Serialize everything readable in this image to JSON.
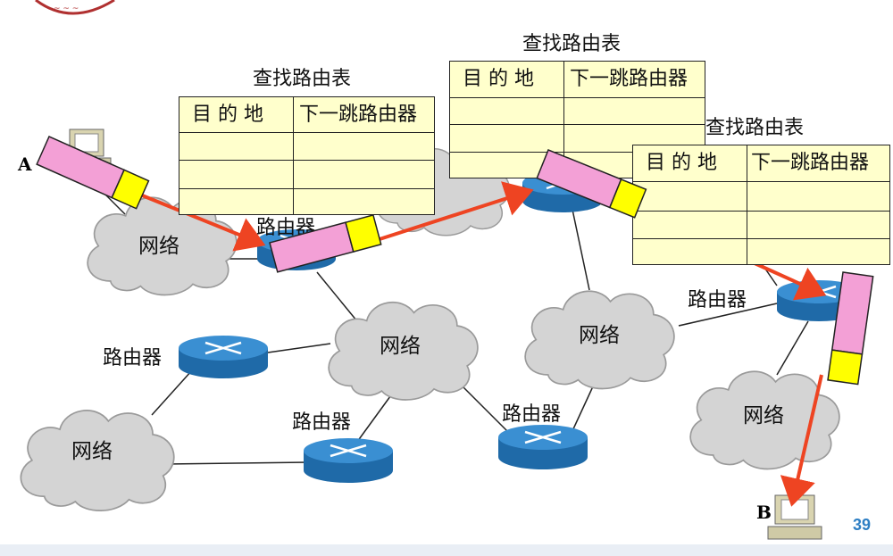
{
  "labels": {
    "network": "网络",
    "router": "路由器",
    "lookup": "查找路由表",
    "host_a": "A",
    "host_b": "B",
    "page_number": "39"
  },
  "table": {
    "col_dest": "目 的 地",
    "col_next": "下一跳路由器"
  },
  "colors": {
    "cloud": "#d4d4d4",
    "router": "#2f7fc0",
    "router_top": "#3a8fd2",
    "packet_body": "#f3a0d6",
    "packet_header": "#ffff00",
    "table_fill": "#ffffcc",
    "arrow": "#ee4422",
    "page_number": "#2e7fc4"
  }
}
